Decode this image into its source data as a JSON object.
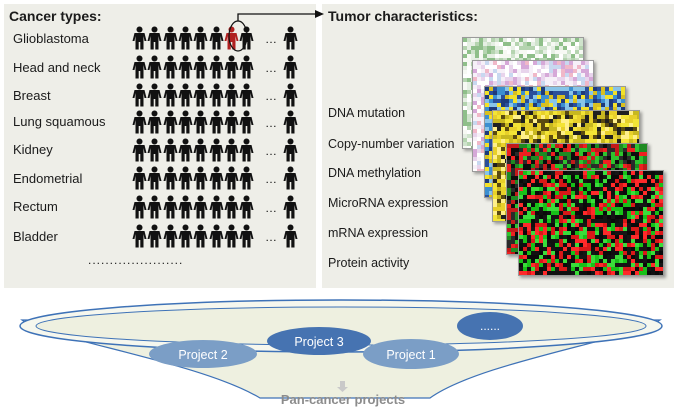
{
  "cancer_types_title": "Cancer types:",
  "cancer_types": [
    {
      "label": "Glioblastoma"
    },
    {
      "label": "Head and neck"
    },
    {
      "label": "Breast"
    },
    {
      "label": "Lung squamous"
    },
    {
      "label": "Kidney"
    },
    {
      "label": "Endometrial"
    },
    {
      "label": "Rectum"
    },
    {
      "label": "Bladder"
    }
  ],
  "row_ellipsis": "…",
  "more_types": "......................",
  "tumor_title": "Tumor characteristics:",
  "tumor_characteristics": [
    "DNA mutation",
    "Copy-number variation",
    "DNA methylation",
    "MicroRNA expression",
    "mRNA expression",
    "Protein activity"
  ],
  "projects": [
    "Project 3",
    "Project 2",
    "Project 1",
    "......"
  ],
  "pan_cancer_label": "Pan-cancer projects",
  "colors": {
    "panel": "#eeeee8",
    "person": "#111111",
    "highlight": "#b02020",
    "project_fill": "#7b9ec6",
    "project_dark": "#4673b1",
    "funnel_fill": "#eef0e0",
    "funnel_stroke": "#3e72b7"
  }
}
